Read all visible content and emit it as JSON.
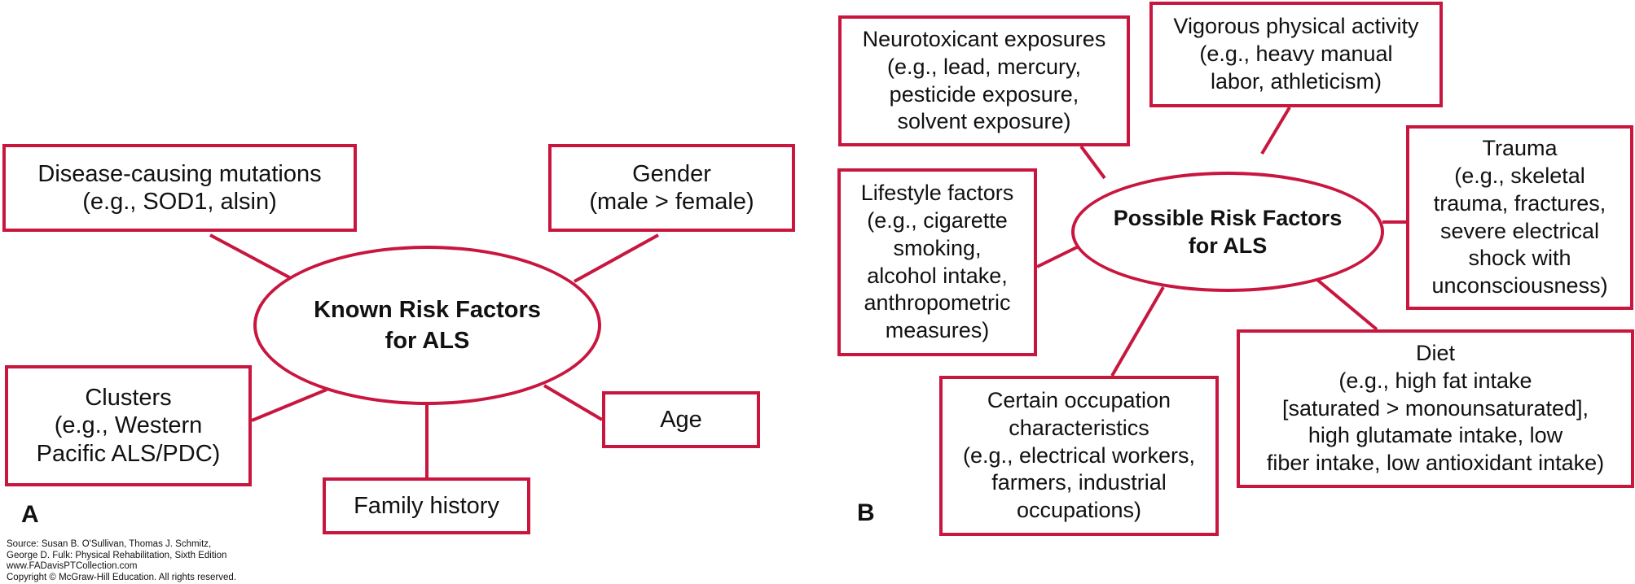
{
  "panel_a": {
    "letter": "A",
    "center": [
      "Known Risk Factors",
      "for ALS"
    ],
    "boxes": {
      "mutations": [
        "Disease-causing mutations",
        "(e.g., SOD1, alsin)"
      ],
      "gender": [
        "Gender",
        "(male > female)"
      ],
      "clusters": [
        "Clusters",
        "(e.g., Western",
        "Pacific ALS/PDC)"
      ],
      "age": [
        "Age"
      ],
      "family": [
        "Family history"
      ]
    }
  },
  "panel_b": {
    "letter": "B",
    "center": [
      "Possible Risk Factors",
      "for ALS"
    ],
    "boxes": {
      "neurotoxicant": [
        "Neurotoxicant exposures",
        "(e.g., lead, mercury,",
        "pesticide exposure,",
        "solvent exposure)"
      ],
      "vigorous": [
        "Vigorous physical activity",
        "(e.g., heavy manual",
        "labor, athleticism)"
      ],
      "trauma": [
        "Trauma",
        "(e.g., skeletal",
        "trauma, fractures,",
        "severe electrical",
        "shock with",
        "unconsciousness)"
      ],
      "lifestyle": [
        "Lifestyle factors",
        "(e.g., cigarette",
        "smoking,",
        "alcohol intake,",
        "anthropometric",
        "measures)"
      ],
      "occupation": [
        "Certain occupation",
        "characteristics",
        "(e.g., electrical workers,",
        "farmers, industrial",
        "occupations)"
      ],
      "diet": [
        "Diet",
        "(e.g., high fat intake",
        "[saturated > monounsaturated],",
        "high glutamate intake, low",
        "fiber intake, low antioxidant intake)"
      ]
    }
  },
  "source": [
    "Source: Susan B. O'Sullivan, Thomas J. Schmitz,",
    "George D. Fulk: Physical Rehabilitation, Sixth Edition",
    "www.FADavisPTCollection.com",
    "Copyright © McGraw-Hill Education. All rights reserved."
  ],
  "colors": {
    "border": "#c8163f",
    "text": "#111111",
    "background": "#ffffff"
  }
}
